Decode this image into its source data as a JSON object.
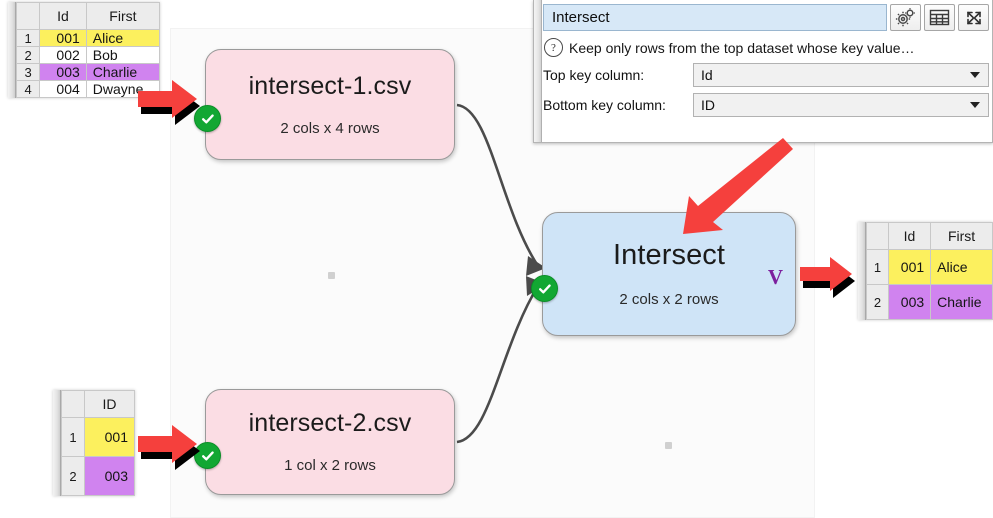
{
  "app": {
    "canvas_label": "flow-canvas"
  },
  "settings": {
    "title_value": "Intersect",
    "title_placeholder": "Item name",
    "toolbar": [
      {
        "name": "gears-icon",
        "label": "Settings"
      },
      {
        "name": "table-icon",
        "label": "Show data table"
      },
      {
        "name": "expand-icon",
        "label": "Maximize"
      }
    ],
    "hint_icon": "?",
    "hint_text": "Keep only rows from the top dataset whose key value…",
    "fields": [
      {
        "label": "Top key column:",
        "value": "Id"
      },
      {
        "label": "Bottom key column:",
        "value": "ID"
      }
    ]
  },
  "nodes": {
    "source_top": {
      "title": "intersect-1.csv",
      "subtitle": "2 cols x 4 rows",
      "status": "valid",
      "color": "#fbdde4"
    },
    "source_bottom": {
      "title": "intersect-2.csv",
      "subtitle": "1 col x 2 rows",
      "status": "valid",
      "color": "#fbdde4"
    },
    "operation": {
      "title": "Intersect",
      "subtitle": "2 cols x 2 rows",
      "status": "valid",
      "output_marker": "V",
      "output_marker_color": "#7c1f9e",
      "color": "#cfe4f7"
    }
  },
  "tables": {
    "top_left": {
      "name": "intersect-1-preview",
      "columns": [
        "Id",
        "First"
      ],
      "rows": [
        {
          "n": "1",
          "Id": "001",
          "First": "Alice",
          "highlight": "yellow"
        },
        {
          "n": "2",
          "Id": "002",
          "First": "Bob",
          "highlight": "none"
        },
        {
          "n": "3",
          "Id": "003",
          "First": "Charlie",
          "highlight": "purple"
        },
        {
          "n": "4",
          "Id": "004",
          "First": "Dwayne",
          "highlight": "none"
        }
      ]
    },
    "bottom_left": {
      "name": "intersect-2-preview",
      "columns": [
        "ID"
      ],
      "rows": [
        {
          "n": "1",
          "ID": "001",
          "highlight": "yellow"
        },
        {
          "n": "2",
          "ID": "003",
          "highlight": "purple"
        }
      ]
    },
    "right": {
      "name": "result-preview",
      "columns": [
        "Id",
        "First"
      ],
      "rows": [
        {
          "n": "1",
          "Id": "001",
          "First": "Alice",
          "highlight": "yellow"
        },
        {
          "n": "2",
          "Id": "003",
          "First": "Charlie",
          "highlight": "purple"
        }
      ]
    }
  },
  "annotations": {
    "arrow_color": "#f5403d",
    "arrows": [
      {
        "name": "arrow-to-source-top",
        "direction": "right"
      },
      {
        "name": "arrow-to-source-bottom",
        "direction": "right"
      },
      {
        "name": "arrow-to-result",
        "direction": "right"
      },
      {
        "name": "arrow-to-intersect-node",
        "direction": "down-left"
      }
    ]
  },
  "colors": {
    "highlight_yellow": "#fcf05e",
    "highlight_purple": "#d083ef",
    "valid_green": "#12a733",
    "node_source": "#fbdde4",
    "node_operation": "#cfe4f7"
  }
}
